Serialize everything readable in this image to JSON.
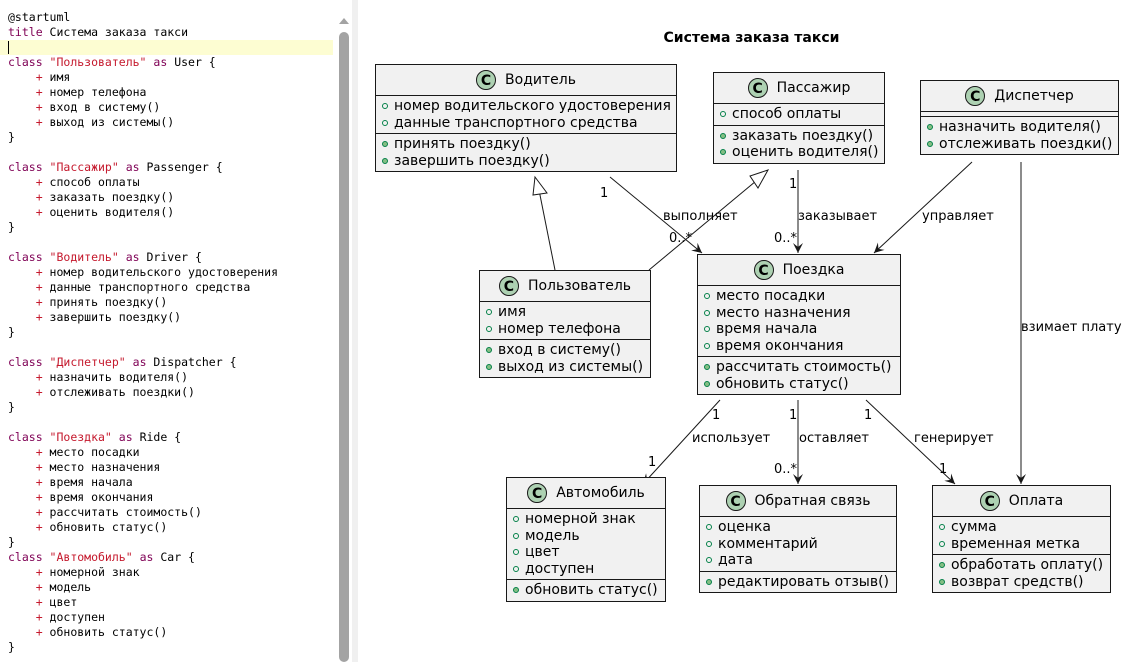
{
  "editor": {
    "lines": [
      [
        {
          "t": "@startuml",
          "c": ""
        }
      ],
      [
        {
          "t": "title",
          "c": "kw"
        },
        {
          "t": " Система заказа такси",
          "c": ""
        }
      ],
      [],
      [
        {
          "t": "class ",
          "c": "kw"
        },
        {
          "t": "\"Пользователь\"",
          "c": "str"
        },
        {
          "t": " as ",
          "c": "kw"
        },
        {
          "t": "User {",
          "c": ""
        }
      ],
      [
        {
          "t": "    + ",
          "c": "plus"
        },
        {
          "t": "имя",
          "c": ""
        }
      ],
      [
        {
          "t": "    + ",
          "c": "plus"
        },
        {
          "t": "номер телефона",
          "c": ""
        }
      ],
      [
        {
          "t": "    + ",
          "c": "plus"
        },
        {
          "t": "вход в систему()",
          "c": ""
        }
      ],
      [
        {
          "t": "    + ",
          "c": "plus"
        },
        {
          "t": "выход из системы()",
          "c": ""
        }
      ],
      [
        {
          "t": "}",
          "c": ""
        }
      ],
      [],
      [
        {
          "t": "class ",
          "c": "kw"
        },
        {
          "t": "\"Пассажир\"",
          "c": "str"
        },
        {
          "t": " as ",
          "c": "kw"
        },
        {
          "t": "Passenger {",
          "c": ""
        }
      ],
      [
        {
          "t": "    + ",
          "c": "plus"
        },
        {
          "t": "способ оплаты",
          "c": ""
        }
      ],
      [
        {
          "t": "    + ",
          "c": "plus"
        },
        {
          "t": "заказать поездку()",
          "c": ""
        }
      ],
      [
        {
          "t": "    + ",
          "c": "plus"
        },
        {
          "t": "оценить водителя()",
          "c": ""
        }
      ],
      [
        {
          "t": "}",
          "c": ""
        }
      ],
      [],
      [
        {
          "t": "class ",
          "c": "kw"
        },
        {
          "t": "\"Водитель\"",
          "c": "str"
        },
        {
          "t": " as ",
          "c": "kw"
        },
        {
          "t": "Driver {",
          "c": ""
        }
      ],
      [
        {
          "t": "    + ",
          "c": "plus"
        },
        {
          "t": "номер водительского удостоверения",
          "c": ""
        }
      ],
      [
        {
          "t": "    + ",
          "c": "plus"
        },
        {
          "t": "данные транспортного средства",
          "c": ""
        }
      ],
      [
        {
          "t": "    + ",
          "c": "plus"
        },
        {
          "t": "принять поездку()",
          "c": ""
        }
      ],
      [
        {
          "t": "    + ",
          "c": "plus"
        },
        {
          "t": "завершить поездку()",
          "c": ""
        }
      ],
      [
        {
          "t": "}",
          "c": ""
        }
      ],
      [],
      [
        {
          "t": "class ",
          "c": "kw"
        },
        {
          "t": "\"Диспетчер\"",
          "c": "str"
        },
        {
          "t": " as ",
          "c": "kw"
        },
        {
          "t": "Dispatcher {",
          "c": ""
        }
      ],
      [
        {
          "t": "    + ",
          "c": "plus"
        },
        {
          "t": "назначить водителя()",
          "c": ""
        }
      ],
      [
        {
          "t": "    + ",
          "c": "plus"
        },
        {
          "t": "отслеживать поездки()",
          "c": ""
        }
      ],
      [
        {
          "t": "}",
          "c": ""
        }
      ],
      [],
      [
        {
          "t": "class ",
          "c": "kw"
        },
        {
          "t": "\"Поездка\"",
          "c": "str"
        },
        {
          "t": " as ",
          "c": "kw"
        },
        {
          "t": "Ride {",
          "c": ""
        }
      ],
      [
        {
          "t": "    + ",
          "c": "plus"
        },
        {
          "t": "место посадки",
          "c": ""
        }
      ],
      [
        {
          "t": "    + ",
          "c": "plus"
        },
        {
          "t": "место назначения",
          "c": ""
        }
      ],
      [
        {
          "t": "    + ",
          "c": "plus"
        },
        {
          "t": "время начала",
          "c": ""
        }
      ],
      [
        {
          "t": "    + ",
          "c": "plus"
        },
        {
          "t": "время окончания",
          "c": ""
        }
      ],
      [
        {
          "t": "    + ",
          "c": "plus"
        },
        {
          "t": "рассчитать стоимость()",
          "c": ""
        }
      ],
      [
        {
          "t": "    + ",
          "c": "plus"
        },
        {
          "t": "обновить статус()",
          "c": ""
        }
      ],
      [
        {
          "t": "}",
          "c": ""
        }
      ],
      [
        {
          "t": "class ",
          "c": "kw"
        },
        {
          "t": "\"Автомобиль\"",
          "c": "str"
        },
        {
          "t": " as ",
          "c": "kw"
        },
        {
          "t": "Car {",
          "c": ""
        }
      ],
      [
        {
          "t": "    + ",
          "c": "plus"
        },
        {
          "t": "номерной знак",
          "c": ""
        }
      ],
      [
        {
          "t": "    + ",
          "c": "plus"
        },
        {
          "t": "модель",
          "c": ""
        }
      ],
      [
        {
          "t": "    + ",
          "c": "plus"
        },
        {
          "t": "цвет",
          "c": ""
        }
      ],
      [
        {
          "t": "    + ",
          "c": "plus"
        },
        {
          "t": "доступен",
          "c": ""
        }
      ],
      [
        {
          "t": "    + ",
          "c": "plus"
        },
        {
          "t": "обновить статус()",
          "c": ""
        }
      ],
      [
        {
          "t": "}",
          "c": ""
        }
      ]
    ],
    "cursor_line": 2
  },
  "diagram": {
    "title": "Система заказа такси",
    "classes": {
      "driver": {
        "name": "Водитель",
        "attributes": [
          "номер водительского удостоверения",
          "данные транспортного средства"
        ],
        "methods": [
          "принять поездку()",
          "завершить поездку()"
        ]
      },
      "passenger": {
        "name": "Пассажир",
        "attributes": [
          "способ оплаты"
        ],
        "methods": [
          "заказать поездку()",
          "оценить водителя()"
        ]
      },
      "dispatcher": {
        "name": "Диспетчер",
        "attributes": [],
        "methods": [
          "назначить водителя()",
          "отслеживать поездки()"
        ]
      },
      "user": {
        "name": "Пользователь",
        "attributes": [
          "имя",
          "номер телефона"
        ],
        "methods": [
          "вход в систему()",
          "выход из системы()"
        ]
      },
      "ride": {
        "name": "Поездка",
        "attributes": [
          "место посадки",
          "место назначения",
          "время начала",
          "время окончания"
        ],
        "methods": [
          "рассчитать стоимость()",
          "обновить статус()"
        ]
      },
      "car": {
        "name": "Автомобиль",
        "attributes": [
          "номерной знак",
          "модель",
          "цвет",
          "доступен"
        ],
        "methods": [
          "обновить статус()"
        ]
      },
      "feedback": {
        "name": "Обратная связь",
        "attributes": [
          "оценка",
          "комментарий",
          "дата"
        ],
        "methods": [
          "редактировать отзыв()"
        ]
      },
      "payment": {
        "name": "Оплата",
        "attributes": [
          "сумма",
          "временная метка"
        ],
        "methods": [
          "обработать оплату()",
          "возврат средств()"
        ]
      }
    },
    "relations": {
      "driver_ride": {
        "label": "выполняет",
        "from_mult": "1",
        "to_mult": "0..*"
      },
      "passenger_ride": {
        "label": "заказывает",
        "from_mult": "1",
        "to_mult": "0..*"
      },
      "dispatcher_ride": {
        "label": "управляет"
      },
      "dispatcher_payment": {
        "label": "взимает плату"
      },
      "ride_car": {
        "label": "использует",
        "from_mult": "1",
        "to_mult": "1"
      },
      "ride_feedback": {
        "label": "оставляет",
        "from_mult": "1",
        "to_mult": "0..*"
      },
      "ride_payment": {
        "label": "генерирует",
        "from_mult": "1",
        "to_mult": "1"
      }
    },
    "badge_letter": "C",
    "colors": {
      "badge": "#add1b2",
      "class_fill": "#f1f1f1",
      "border": "#181818",
      "current_line": "#fdfdd2",
      "keyword": "#7f0055",
      "string": "#c5192d"
    }
  }
}
